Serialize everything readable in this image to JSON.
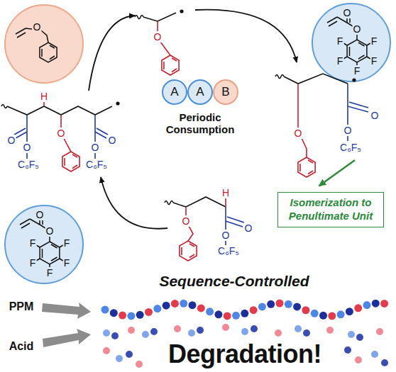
{
  "diagram": {
    "nodes": [
      {
        "text": [
          "A"
        ]
      },
      {
        "text": [
          "A"
        ]
      },
      {
        "text": [
          "B"
        ]
      },
      {
        "text": [
          "Isomerization to Penultimate Unit"
        ]
      }
    ],
    "labels": [
      "O",
      "O",
      "O",
      "O",
      "F",
      "F",
      "F",
      "F",
      "F",
      "O",
      "O",
      "O",
      "C₆F₅",
      "H",
      "O",
      "O",
      "O",
      "C₆F₅",
      "O",
      "O",
      "F",
      "F",
      "F",
      "F",
      "F",
      "H",
      "O",
      "O",
      "O",
      "C₆F₅",
      "O",
      "O",
      "C₆F₅",
      "Periodic Consumption",
      "Sequence-Controlled",
      "PPM",
      "Acid",
      "Degradation!"
    ]
  }
}
